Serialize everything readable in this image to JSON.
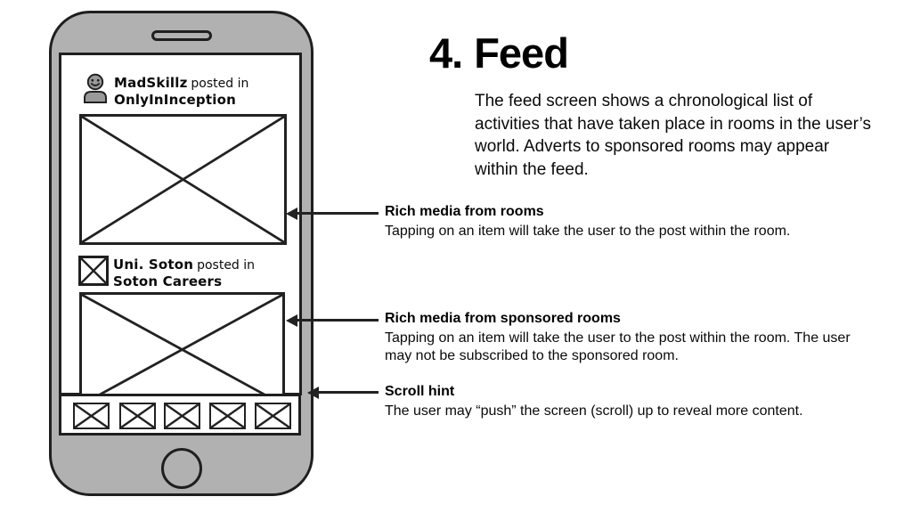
{
  "title": {
    "number": "4.",
    "word": "Feed"
  },
  "intro": "The feed screen shows a chronological list of activities that have taken place in rooms in the user’s world. Adverts to sponsored rooms may appear within the feed.",
  "phone": {
    "posts": [
      {
        "avatar": "person-avatar-icon",
        "user": "MadSkillz",
        "connector": "posted in",
        "room": "OnlyInInception"
      },
      {
        "avatar": "image-placeholder-icon",
        "user": "Uni. Soton",
        "connector": "posted in",
        "room": "Soton Careers"
      }
    ],
    "scroll_hint_boxes": 5
  },
  "annotations": [
    {
      "heading": "Rich media from rooms",
      "body": "Tapping on an item will take the user to the post within the room."
    },
    {
      "heading": "Rich media from sponsored rooms",
      "body": "Tapping on an item will take the user to the post within the room. The user may not be subscribed to the sponsored room."
    },
    {
      "heading": "Scroll hint",
      "body": "The user may “push” the screen (scroll) up to reveal more content."
    }
  ],
  "colors": {
    "phone_body": "#b1b1b1",
    "outline": "#1f1f1f",
    "screen": "#ffffff",
    "text": "#000000"
  }
}
